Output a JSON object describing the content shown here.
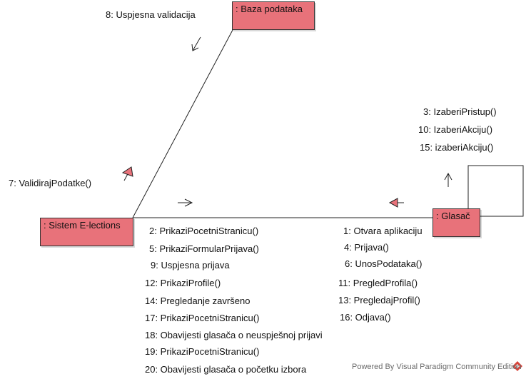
{
  "nodes": {
    "baza": ": Baza podataka",
    "sistem": ": Sistem E-lections",
    "glasac": ": Glasač"
  },
  "messages": {
    "m8": "8: Uspjesna validacija",
    "m7": "7: ValidirajPodatke()",
    "self": [
      "3: IzaberiPristup()",
      "10: IzaberiAkciju()",
      "15: izaberiAkciju()"
    ],
    "to_glasac": [
      "2: PrikaziPocetniStranicu()",
      "5: PrikaziFormularPrijava()",
      "9: Uspjesna prijava",
      "12: PrikaziProfile()",
      "14: Pregledanje završeno",
      "17: PrikaziPocetniStranicu()",
      "18: Obavijesti glasača o neuspješnoj prijavi",
      "19: PrikaziPocetniStranicu()",
      "20: Obavijesti glasača o početku izbora"
    ],
    "to_sistem": [
      "1: Otvara aplikaciju",
      "4: Prijava()",
      "6: UnosPodataka()",
      "11: PregledProfila()",
      "13: PregledajProfil()",
      "16: Odjava()"
    ]
  },
  "footer": "Powered By Visual Paradigm Community Edition",
  "colors": {
    "node_fill": "#e8727a",
    "arrow_fill": "#e8727a",
    "line": "#222222"
  }
}
